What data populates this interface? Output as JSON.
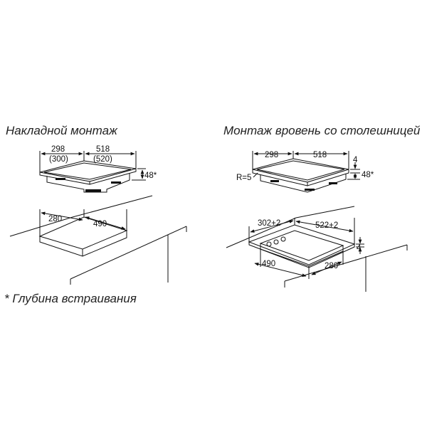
{
  "left_panel": {
    "title": "Накладной монтаж",
    "depth_note": "* Глубина встраивания",
    "hob": {
      "depth_label": "298",
      "depth_label_alt": "(300)",
      "width_label": "518",
      "width_label_alt": "(520)",
      "height_label": "48*"
    },
    "cutout": {
      "depth_label": "280",
      "width_label": "490"
    }
  },
  "right_panel": {
    "title": "Монтаж вровень со столешницей",
    "hob": {
      "depth_label": "298",
      "width_label": "518",
      "radius_label": "R=5",
      "step_label": "4",
      "height_label": "48*"
    },
    "cutout": {
      "depth_label": "302+2",
      "width_label": "522+2",
      "step_label": "4",
      "inner_width_label": "490",
      "inner_depth_label": "280"
    }
  }
}
